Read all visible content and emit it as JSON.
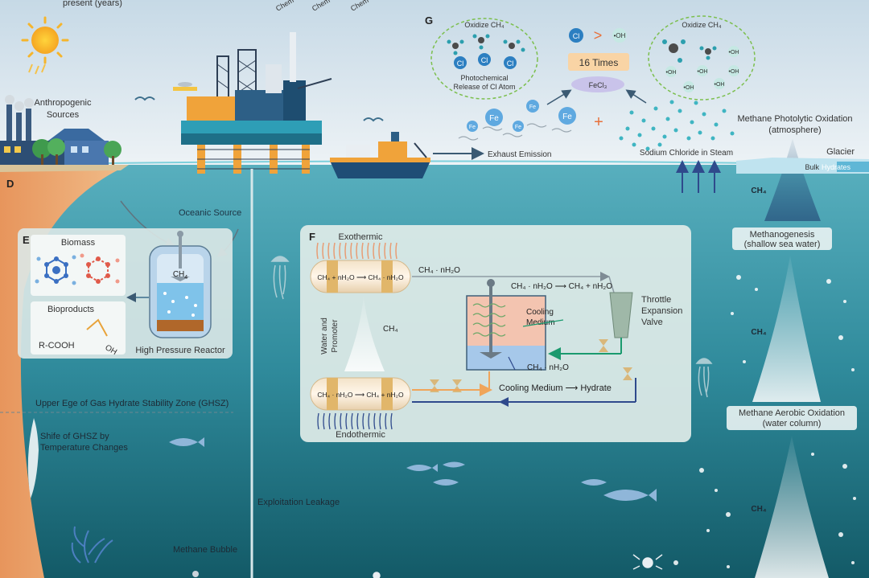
{
  "top": {
    "present_years": "present (years)",
    "chem1": "Chem",
    "chem2": "Chem",
    "chem3": "Chem"
  },
  "panel_d": {
    "letter": "D",
    "anthropogenic_1": "Anthropogenic",
    "anthropogenic_2": "Sources",
    "oceanic_source": "Oceanic Source",
    "ghsz_upper": "Upper Ege of Gas Hydrate Stability Zone (GHSZ)",
    "shift_1": "Shife of GHSZ by",
    "shift_2": "Temperature Changes",
    "exploitation_leakage": "Exploitation Leakage",
    "methane_bubble": "Methane Bubble"
  },
  "panel_e": {
    "letter": "E",
    "biomass": "Biomass",
    "bioproducts": "Bioproducts",
    "rcooh": "R-COOH",
    "oh": "OH",
    "ch4": "CH",
    "ch4_sub": "4",
    "reactor": "High Pressure Reactor"
  },
  "panel_f": {
    "letter": "F",
    "exothermic": "Exothermic",
    "endothermic": "Endothermic",
    "eq_top": "CH₄ + nH₂O ⟶ CH₄ · nH₂O",
    "eq_bottom": "CH₄ · nH₂O ⟶ CH₄ + nH₂O",
    "top_arrow_label": "CH₄ · nH₂O",
    "vessel_eq": "CH₄ · nH₂O ⟶ CH₄ + nH₂O",
    "cooling_medium_1": "Cooling",
    "cooling_medium_2": "Medium",
    "water_promoter_1": "Water and",
    "water_promoter_2": "Promoter",
    "ch4_mid": "CH₄",
    "hydrate_label": "CH₄ · nH₂O",
    "cooling_to_hydrate": "Cooling Medium ⟶ Hydrate",
    "throttle_1": "Throttle",
    "throttle_2": "Expansion",
    "throttle_3": "Valve"
  },
  "panel_g": {
    "letter": "G",
    "oxidize_left": "Oxidize CH₄",
    "oxidize_right": "Oxidize CH₄",
    "photo_1": "Photochemical",
    "photo_2": "Release of Cl Atom",
    "cl": "Cl",
    "gt": ">",
    "oh_radical": "•OH",
    "sixteen": "16 Times",
    "fecl3": "FeCl₃",
    "fe": "Fe",
    "plus": "+",
    "exhaust": "Exhaust Emission",
    "sodium": "Sodium Chloride in Steam"
  },
  "right_column": {
    "photolytic_1": "Methane Photolytic Oxidation",
    "photolytic_2": "(atmosphere)",
    "glacier": "Glacier",
    "bulk": "Bulk",
    "hydrates": "Hydrates",
    "ch4_1": "CH₄",
    "methanogenesis_1": "Methanogenesis",
    "methanogenesis_2": "(shallow sea water)",
    "ch4_2": "CH₄",
    "aerobic_1": "Methane Aerobic Oxidation",
    "aerobic_2": "(water column)",
    "ch4_3": "CH₄"
  },
  "colors": {
    "sky_top": "#c9dbe8",
    "sky_bottom": "#e6eef4",
    "sea_top": "#4fa9b9",
    "sea_bottom": "#17616f",
    "land": "#e9a36c",
    "panel": "#e4ece9",
    "accent_arrow": "#2f4a8c",
    "cl_blue": "#2c7fc1",
    "orange": "#e8703a",
    "green_arrow": "#1a9a6e"
  }
}
